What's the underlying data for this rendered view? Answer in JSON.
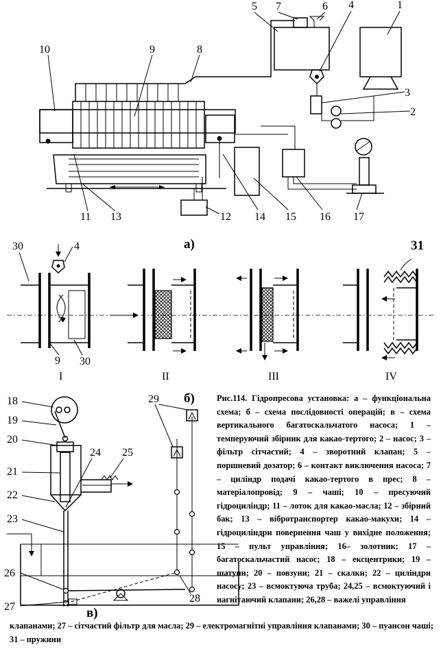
{
  "labels_top": [
    "1",
    "2",
    "3",
    "4",
    "5",
    "6",
    "7",
    "8",
    "9",
    "10",
    "11",
    "12",
    "13",
    "14",
    "15",
    "16",
    "17"
  ],
  "part_a": "а)",
  "part_b": "б)",
  "part_c": "в)",
  "stage_labels": [
    "I",
    "II",
    "III",
    "IV"
  ],
  "stage_numbers": {
    "n30_left": "30",
    "n4": "4",
    "n9": "9",
    "n30_bottom": "30",
    "n31": "31"
  },
  "pump_labels": [
    "18",
    "19",
    "20",
    "21",
    "22",
    "23",
    "24",
    "25",
    "26",
    "27",
    "28",
    "29"
  ],
  "caption": {
    "title": "Рис.114.",
    "body": "Гідропресова установка: а – функціональна схема; б – схема послідовності операцій; в – схема вертикального багатоскальчатого насоса; 1 – темперуючий збірник для какао-тертого; 2 – насос; 3 – фільтр сітчастий; 4 – зворотний клапан; 5 – поршневий дозатор; 6 – контакт виключення насоса; 7 – циліндр подачі какао-тертого в прес; 8 – матеріалопровід; 9 – чаші; 10 – пресуючий гідроциліндр; 11 – лоток для какао-масла; 12 – збірний бак; 13 – вібротранспортер какао-макухи; 14 – гідроциліндри повернення чаш у вихідне положення; 15 – пульт управління; 16– золотник; 17 – багатоскальчастий насос; 18 – ексцентрики; 19 – шатуни; 20 – повзуни; 21 – скалки; 22 – циліндри насосу; 23 – всмоктуюча труба; 24,25 – всмоктуючий і нагнітаючий клапани; 26,28 – важелі управління",
    "continuation": "клапанами; 27 – сітчастий фільтр для масла; 29 – електромагнітні управління клапанами; 30 – пуансон чаші; 31 – пружини"
  }
}
